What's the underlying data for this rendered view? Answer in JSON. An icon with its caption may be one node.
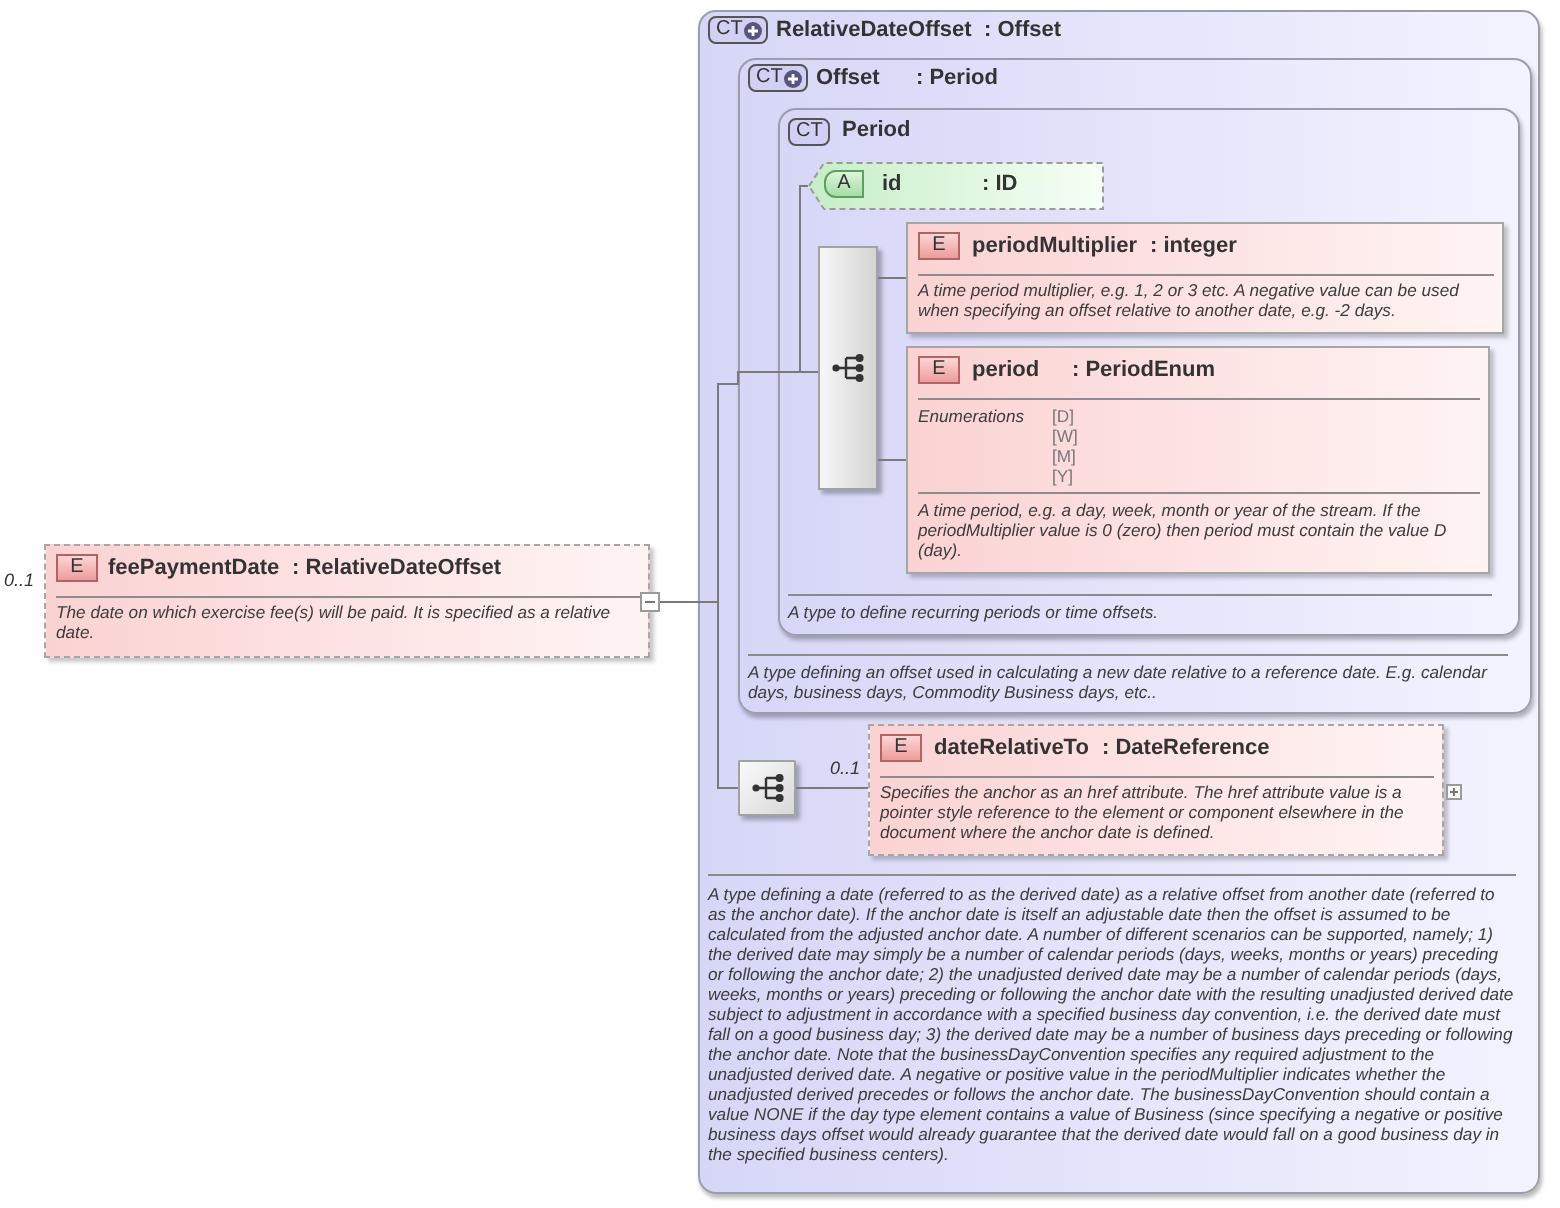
{
  "diagram": {
    "nodes": [
      {
        "text": [
          "E",
          "feePaymentDate",
          ": RelativeDateOffset",
          "The date on which exercise fee(s) will be paid. It is specified as a relative date."
        ],
        "beside": [
          "0..1"
        ]
      },
      {
        "text": [
          "CT",
          "RelativeDateOffset",
          ": Offset",
          "A type defining a date (referred to as the derived date) as a relative offset from another date (referred to as the anchor date). If the anchor date is itself an adjustable date then the offset is assumed to be calculated from the adjusted anchor date. A number of different scenarios can be supported, namely; 1) the derived date may simply be a number of calendar periods (days, weeks, months or years) preceding or following the anchor date; 2) the unadjusted derived date may be a number of calendar periods (days, weeks, months or years) preceding or following the anchor date with the resulting unadjusted derived date subject to adjustment in accordance with a specified business day convention, i.e. the derived date must fall on a good business day; 3) the derived date may be a number of business days preceding or following the anchor date. Note that the businessDayConvention specifies any required adjustment to the unadjusted derived date. A negative or positive value in the periodMultiplier indicates whether the unadjusted derived precedes or follows the anchor date. The businessDayConvention should contain a value NONE if the day type element contains a value of Business (since specifying a negative or positive business days offset would already guarantee that the derived date would fall on a good business day in the specified business centers)."
        ]
      },
      {
        "text": [
          "CT",
          "Offset",
          ": Period",
          "A type defining an offset used in calculating a new date relative to a reference date. E.g. calendar days, business days, Commodity Business days, etc.."
        ],
        "in": 1
      },
      {
        "text": [
          "CT",
          "Period",
          "A type to define recurring periods or time offsets."
        ],
        "in": 2
      },
      {
        "text": [
          "A",
          "id",
          ": ID"
        ],
        "in": 3
      },
      {
        "text": [],
        "shape": "bar",
        "in": 3
      },
      {
        "text": [
          "E",
          "periodMultiplier",
          ": integer",
          "A time period multiplier, e.g. 1, 2 or 3 etc. A negative value can be used when specifying an offset relative to another date, e.g. -2 days."
        ],
        "in": 3
      },
      {
        "text": [
          "E",
          "period",
          ": PeriodEnum",
          "Enumerations",
          "[D]",
          "[W]",
          "[M]",
          "[Y]",
          "A time period, e.g. a day, week, month or year of the stream. If the periodMultiplier value is 0 (zero) then period must contain the value D (day)."
        ],
        "in": 3
      },
      {
        "text": [],
        "shape": "box",
        "in": 1
      },
      {
        "text": [
          "E",
          "dateRelativeTo",
          ": DateReference",
          "Specifies the anchor as an href attribute. The href attribute value is a pointer style reference to the element or component elsewhere in the document where the anchor date is defined."
        ],
        "in": 1,
        "beside": [
          "0..1"
        ]
      }
    ],
    "edges": [
      {
        "from": 0,
        "to": 4,
        "arrow": "none"
      },
      {
        "from": 0,
        "to": 5,
        "arrow": "none"
      },
      {
        "from": 0,
        "to": 8,
        "arrow": "none"
      },
      {
        "from": 5,
        "to": 6,
        "arrow": "none"
      },
      {
        "from": 5,
        "to": 7,
        "arrow": "none"
      },
      {
        "from": 8,
        "to": 9,
        "arrow": "none"
      }
    ]
  }
}
